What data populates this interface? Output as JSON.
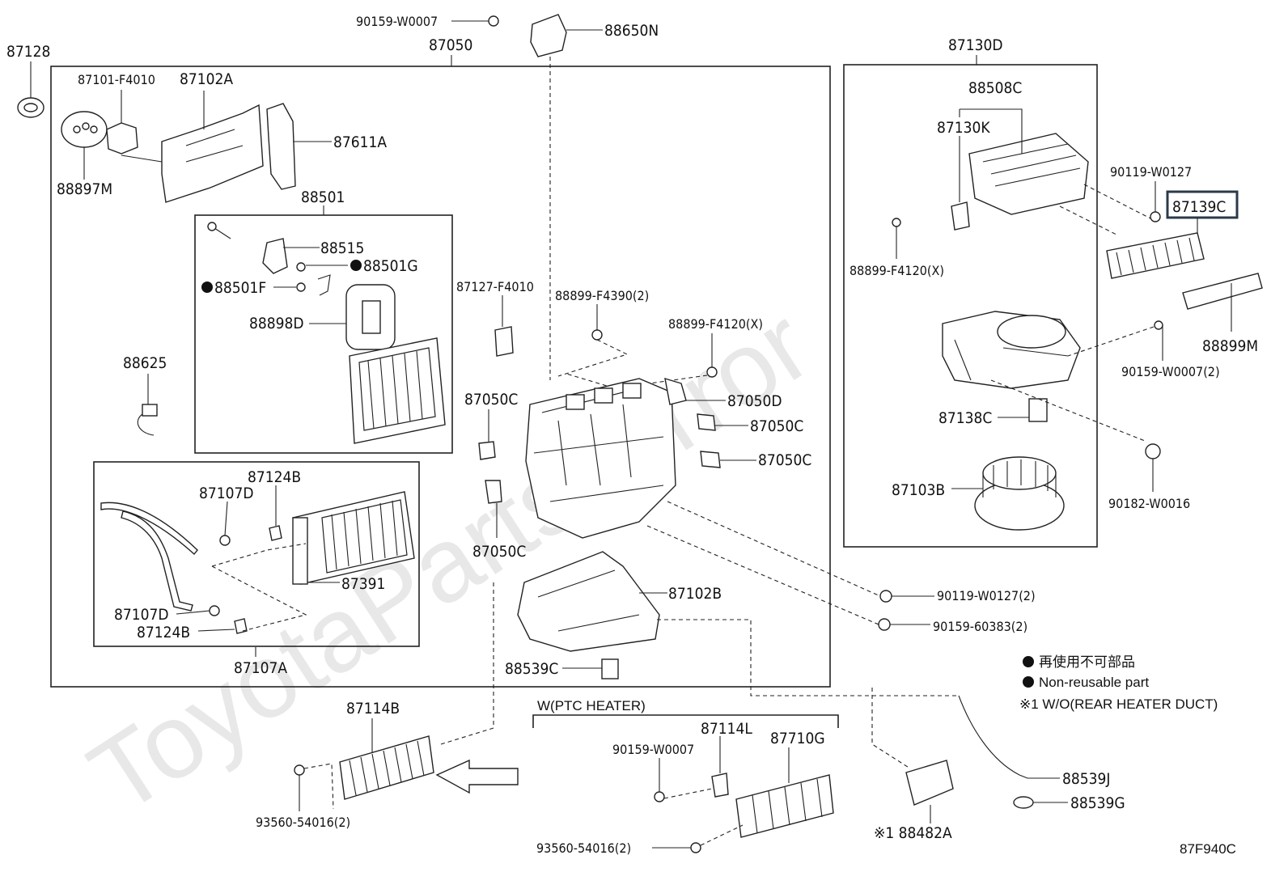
{
  "diagram": {
    "watermark": "ToyotaPartsMirror",
    "sections": {
      "main_unit": "87050",
      "blower_unit": "87130D",
      "ptc_heater": "W(PTC HEATER)"
    },
    "parts": {
      "p87128": "87128",
      "p87101_F4010": "87101-F4010",
      "p87102A": "87102A",
      "p87611A": "87611A",
      "p88897M": "88897M",
      "p88501": "88501",
      "p88515": "88515",
      "p88501G": "88501G",
      "p88501F": "88501F",
      "p88898D": "88898D",
      "p88625": "88625",
      "p87124B_top": "87124B",
      "p87107D_top": "87107D",
      "p87391": "87391",
      "p87107D_bot": "87107D",
      "p87124B_bot": "87124B",
      "p87107A": "87107A",
      "p90159_W0007_top": "90159-W0007",
      "p88650N": "88650N",
      "p87127_F4010": "87127-F4010",
      "p88899_F4390": "88899-F4390(2)",
      "p88899_F4120_mid": "88899-F4120(X)",
      "p87050C_a": "87050C",
      "p87050D": "87050D",
      "p87050C_b": "87050C",
      "p87050C_c": "87050C",
      "p87050C_d": "87050C",
      "p87102B": "87102B",
      "p88539C": "88539C",
      "p88508C": "88508C",
      "p87130K": "87130K",
      "p90119_W0127": "90119-W0127",
      "p87139C": "87139C",
      "p88899_F4120_right": "88899-F4120(X)",
      "p88899M": "88899M",
      "p90159_W0007_2": "90159-W0007(2)",
      "p87138C": "87138C",
      "p87103B": "87103B",
      "p90182_W0016": "90182-W0016",
      "p90119_W0127_2": "90119-W0127(2)",
      "p90159_60383_2": "90159-60383(2)",
      "p87114B": "87114B",
      "p93560_54016_2_left": "93560-54016(2)",
      "p90159_W0007_ptc": "90159-W0007",
      "p87114L": "87114L",
      "p87710G": "87710G",
      "p93560_54016_2_ptc": "93560-54016(2)",
      "p88482A": "※1 88482A",
      "p88539J": "88539J",
      "p88539G": "88539G"
    },
    "legend": {
      "jp": "再使用不可部品",
      "en": "Non-reusable part",
      "note": "※1 W/O(REAR HEATER DUCT)"
    },
    "diagram_code": "87F940C",
    "highlight_color": "#2b3a4a"
  }
}
